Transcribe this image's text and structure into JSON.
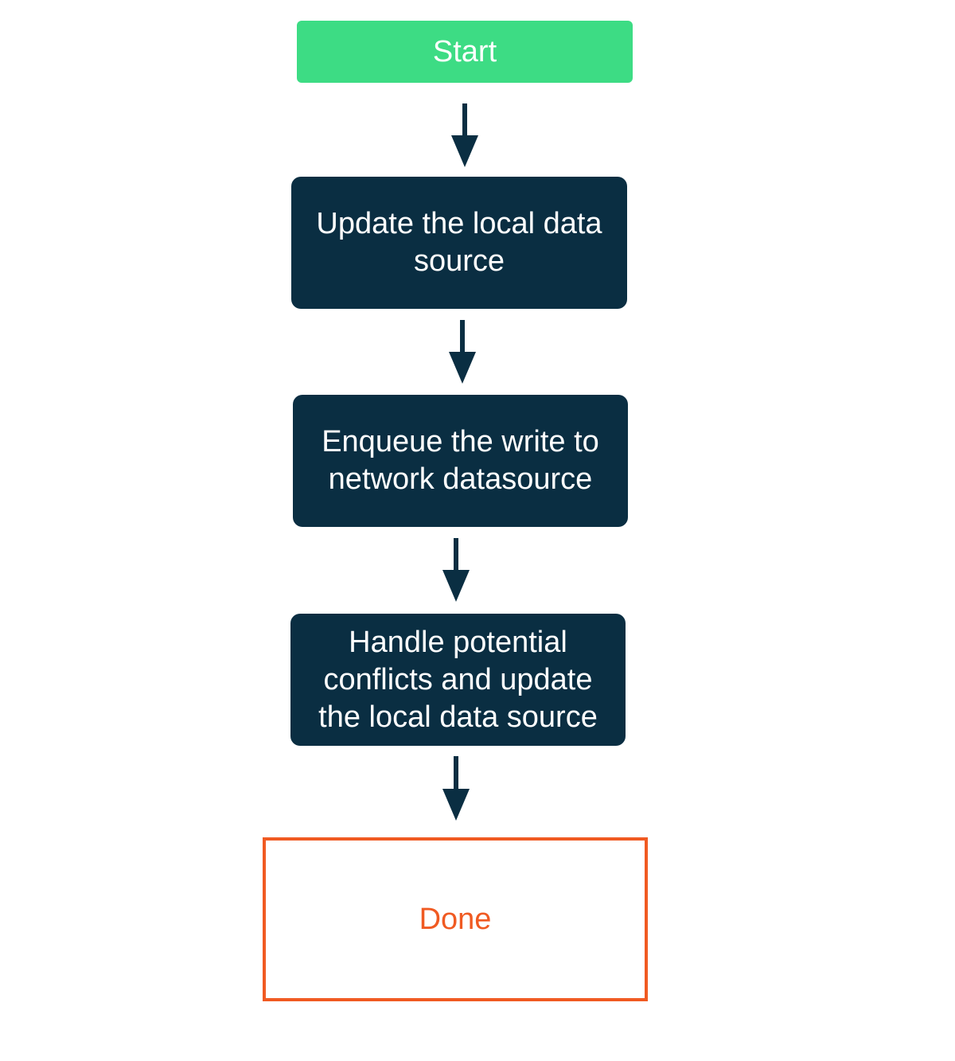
{
  "diagram": {
    "start_label": "Start",
    "steps": [
      {
        "label": "Update the local data source"
      },
      {
        "label": "Enqueue the write to network datasource"
      },
      {
        "label": "Handle potential conflicts and update the local data source"
      }
    ],
    "end_label": "Done",
    "colors": {
      "start": "#3ddc84",
      "step": "#0a2e42",
      "arrow": "#0a2e42",
      "end": "#f05a22"
    }
  }
}
